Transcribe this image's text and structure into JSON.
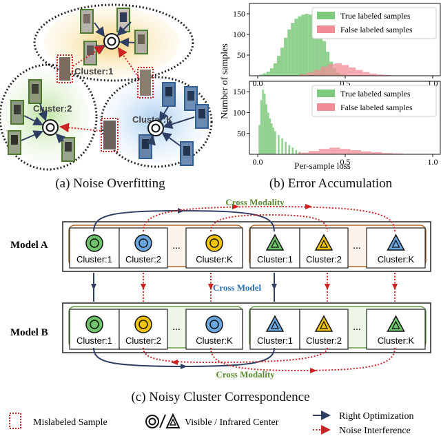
{
  "panel_a": {
    "caption": "(a) Noise Overfitting",
    "cluster_1": "Cluster:1",
    "cluster_2": "Cluster:2",
    "cluster_k": "Cluster:K"
  },
  "panel_b": {
    "caption": "(b) Error Accumulation",
    "ylabel": "Number of samples",
    "xlabel": "Per-sample loss"
  },
  "panel_c": {
    "caption": "(c) Noisy Cluster Correspondence",
    "model_a": "Model A",
    "model_b": "Model B",
    "cross_modality_top": "Cross Modality",
    "cross_modality_bottom": "Cross Modality",
    "cross_model": "Cross Model",
    "ellipsis": "...",
    "model_a_cells": [
      {
        "label": "Cluster:1",
        "shape": "circle",
        "color": "#6fc36a"
      },
      {
        "label": "Cluster:2",
        "shape": "circle",
        "color": "#6aa6e0"
      },
      {
        "label": "Cluster:K",
        "shape": "circle",
        "color": "#f0c400"
      },
      {
        "label": "Cluster:1",
        "shape": "triangle",
        "color": "#6fc36a"
      },
      {
        "label": "Cluster:2",
        "shape": "triangle",
        "color": "#f0c400"
      },
      {
        "label": "Cluster:K",
        "shape": "triangle",
        "color": "#6aa6e0"
      }
    ],
    "model_b_cells": [
      {
        "label": "Cluster:1",
        "shape": "circle",
        "color": "#6fc36a"
      },
      {
        "label": "Cluster:2",
        "shape": "circle",
        "color": "#f0c400"
      },
      {
        "label": "Cluster:K",
        "shape": "circle",
        "color": "#6aa6e0"
      },
      {
        "label": "Cluster:1",
        "shape": "triangle",
        "color": "#6aa6e0"
      },
      {
        "label": "Cluster:2",
        "shape": "triangle",
        "color": "#f0c400"
      },
      {
        "label": "Cluster:K",
        "shape": "triangle",
        "color": "#6fc36a"
      }
    ]
  },
  "legend": {
    "mislabeled": "Mislabeled Sample",
    "center": "Visible / Infrared Center",
    "right_opt": "Right Optimization",
    "noise": "Noise Interference"
  },
  "colors": {
    "green_bar": "#7dc97d",
    "red_bar": "#f08c96",
    "navy": "#2e3f63",
    "red_dot": "#cc2222",
    "cross_modality": "#5a8a2e",
    "cross_model": "#2e6fb0"
  },
  "chart_data": [
    {
      "type": "bar",
      "subtype": "histogram",
      "xlim": [
        0,
        1.0
      ],
      "ylim": [
        0,
        175
      ],
      "xticks": [
        "0.0",
        "0.5",
        "1.0"
      ],
      "yticks": [
        "50",
        "100",
        "150"
      ],
      "series": [
        {
          "name": "True labeled samples",
          "color": "#7dc97d",
          "bins": [
            [
              0.02,
              3
            ],
            [
              0.04,
              6
            ],
            [
              0.06,
              10
            ],
            [
              0.08,
              18
            ],
            [
              0.1,
              30
            ],
            [
              0.12,
              48
            ],
            [
              0.14,
              68
            ],
            [
              0.16,
              92
            ],
            [
              0.18,
              112
            ],
            [
              0.2,
              128
            ],
            [
              0.22,
              138
            ],
            [
              0.24,
              144
            ],
            [
              0.26,
              148
            ],
            [
              0.28,
              150
            ],
            [
              0.3,
              148
            ],
            [
              0.32,
              140
            ],
            [
              0.34,
              126
            ],
            [
              0.36,
              108
            ],
            [
              0.38,
              84
            ],
            [
              0.4,
              58
            ],
            [
              0.42,
              34
            ],
            [
              0.44,
              18
            ],
            [
              0.46,
              8
            ],
            [
              0.48,
              3
            ]
          ]
        },
        {
          "name": "False labeled samples",
          "color": "#f08c96",
          "bins": [
            [
              0.26,
              4
            ],
            [
              0.3,
              8
            ],
            [
              0.34,
              14
            ],
            [
              0.38,
              22
            ],
            [
              0.42,
              28
            ],
            [
              0.46,
              30
            ],
            [
              0.5,
              26
            ],
            [
              0.54,
              20
            ],
            [
              0.58,
              14
            ],
            [
              0.62,
              9
            ],
            [
              0.66,
              5
            ],
            [
              0.7,
              3
            ],
            [
              0.74,
              2
            ]
          ]
        }
      ]
    },
    {
      "type": "bar",
      "subtype": "histogram",
      "xlim": [
        0,
        1.0
      ],
      "ylim": [
        0,
        175
      ],
      "xticks": [
        "0.0",
        "0.5",
        "1.0"
      ],
      "yticks": [
        "50",
        "100",
        "150"
      ],
      "series": [
        {
          "name": "True labeled samples",
          "color": "#7dc97d",
          "bins": [
            [
              0.01,
              70
            ],
            [
              0.02,
              130
            ],
            [
              0.03,
              155
            ],
            [
              0.04,
              145
            ],
            [
              0.05,
              120
            ],
            [
              0.06,
              100
            ],
            [
              0.07,
              86
            ],
            [
              0.08,
              74
            ],
            [
              0.09,
              64
            ],
            [
              0.1,
              55
            ],
            [
              0.12,
              46
            ],
            [
              0.14,
              38
            ],
            [
              0.16,
              30
            ],
            [
              0.18,
              22
            ],
            [
              0.2,
              16
            ],
            [
              0.22,
              10
            ],
            [
              0.24,
              6
            ],
            [
              0.26,
              3
            ]
          ]
        },
        {
          "name": "False labeled samples",
          "color": "#f08c96",
          "bins": [
            [
              0.26,
              4
            ],
            [
              0.32,
              8
            ],
            [
              0.38,
              13
            ],
            [
              0.44,
              16
            ],
            [
              0.5,
              13
            ],
            [
              0.56,
              10
            ],
            [
              0.62,
              7
            ],
            [
              0.68,
              5
            ],
            [
              0.74,
              3
            ],
            [
              0.8,
              2
            ]
          ]
        }
      ]
    }
  ]
}
